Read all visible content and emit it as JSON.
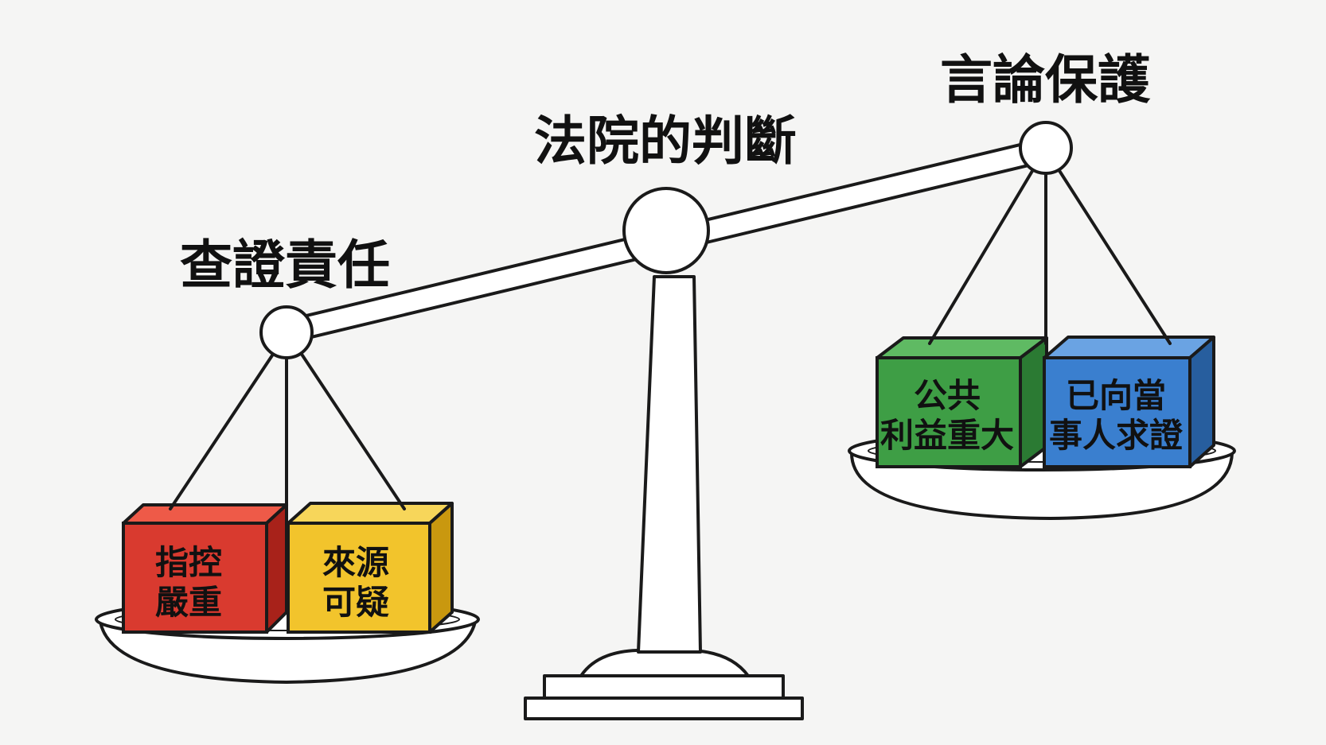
{
  "title": "法院的判斷",
  "left_side": {
    "label": "查證責任",
    "boxes": [
      {
        "lines": [
          "指控",
          "嚴重"
        ],
        "color": "#d93a2f"
      },
      {
        "lines": [
          "來源",
          "可疑"
        ],
        "color": "#f2c42c"
      }
    ]
  },
  "right_side": {
    "label": "言論保護",
    "boxes": [
      {
        "lines": [
          "公共",
          "利益重大"
        ],
        "color": "#3e9e45"
      },
      {
        "lines": [
          "已向當",
          "事人求證"
        ],
        "color": "#3a7fcf"
      }
    ]
  }
}
